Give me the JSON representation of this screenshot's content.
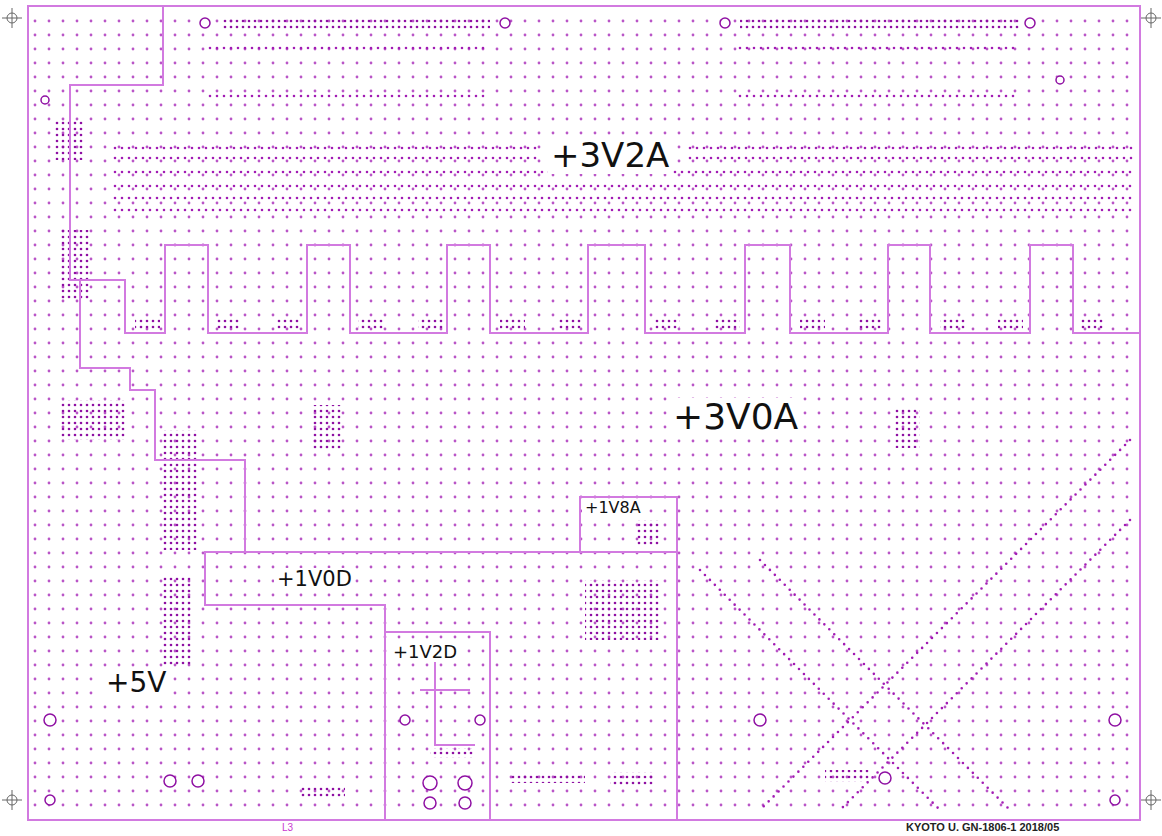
{
  "diagram": {
    "nodes": [
      {
        "text": [
          "+3V2A"
        ]
      },
      {
        "text": [
          "+3V0A"
        ]
      },
      {
        "text": [
          "+1V8A"
        ],
        "in": 1
      },
      {
        "text": [
          "+1V0D"
        ]
      },
      {
        "text": [
          "+1V2D"
        ],
        "in": 3
      },
      {
        "text": [
          "+5V"
        ]
      }
    ],
    "labels": [
      "L3",
      "KYOTO U. GN-1806-1 2018/05"
    ]
  }
}
